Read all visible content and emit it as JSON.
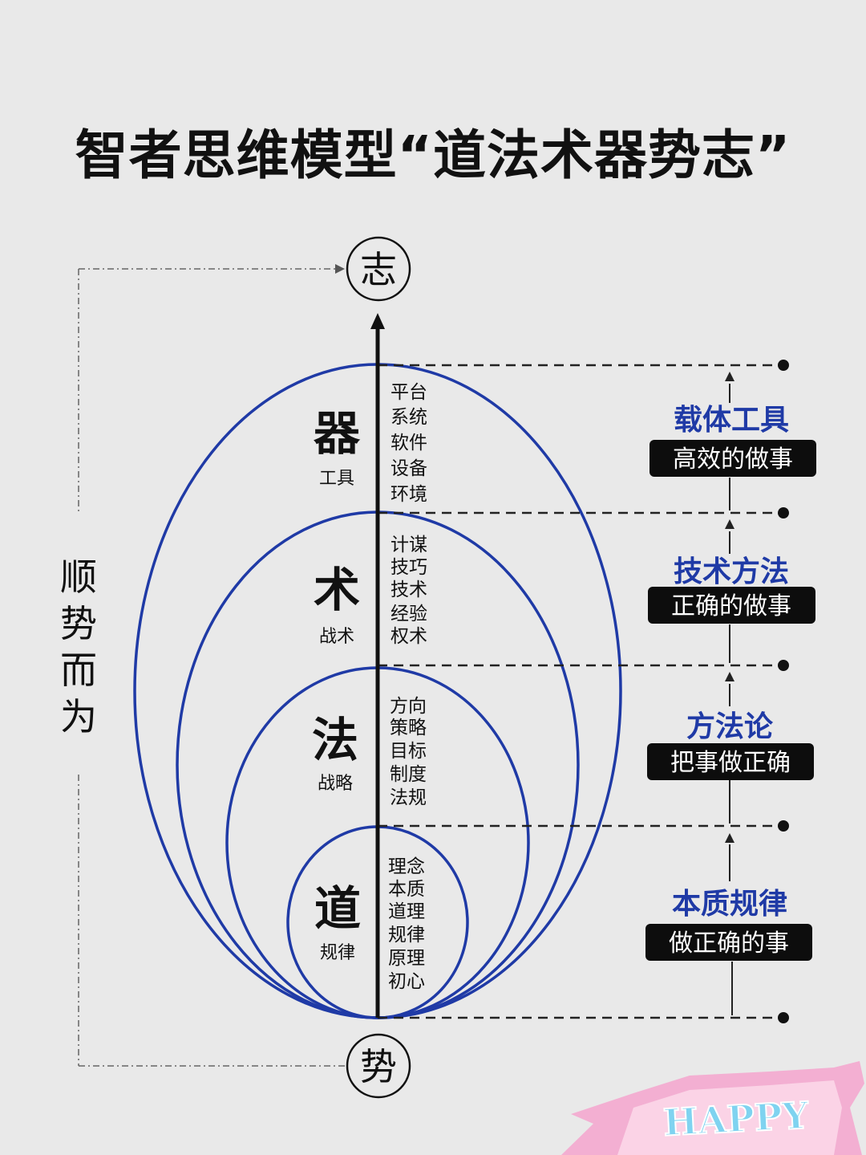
{
  "title": "智者思维模型“道法术器势志”",
  "top_node": "志",
  "bottom_node": "势",
  "side_label": [
    "顺",
    "势",
    "而",
    "为"
  ],
  "layers": [
    {
      "name": "器",
      "sub": "工具",
      "items": [
        "平台",
        "系统",
        "软件",
        "设备",
        "环境"
      ],
      "right_title": "载体工具",
      "right_box": "高效的做事"
    },
    {
      "name": "术",
      "sub": "战术",
      "items": [
        "计谋",
        "技巧",
        "技术",
        "经验",
        "权术"
      ],
      "right_title": "技术方法",
      "right_box": "正确的做事"
    },
    {
      "name": "法",
      "sub": "战略",
      "items": [
        "方向",
        "策略",
        "目标",
        "制度",
        "法规"
      ],
      "right_title": "方法论",
      "right_box": "把事做正确"
    },
    {
      "name": "道",
      "sub": "规律",
      "items": [
        "理念",
        "本质",
        "道理",
        "规律",
        "原理",
        "初心"
      ],
      "right_title": "本质规律",
      "right_box": "做正确的事"
    }
  ],
  "stamp_text": "HAPPY",
  "colors": {
    "ellipse": "#1f3aa6",
    "right_title": "#1f3aa6",
    "box_bg": "#0d0d0d",
    "box_text": "#ffffff",
    "text": "#111111",
    "background": "#e9e9e9",
    "stamp": "#f4a9cf"
  }
}
